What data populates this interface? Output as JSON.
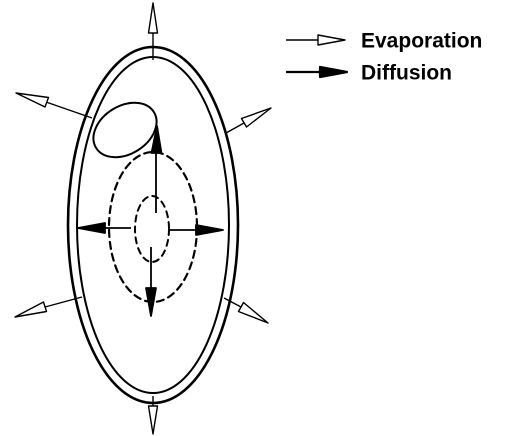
{
  "legend": {
    "items": [
      {
        "key": "evaporation",
        "label": "Evaporation",
        "arrow_style": "hollow-head"
      },
      {
        "key": "diffusion",
        "label": "Diffusion",
        "arrow_style": "solid-head"
      }
    ]
  },
  "colors": {
    "line": "#000000",
    "background": "#ffffff"
  }
}
